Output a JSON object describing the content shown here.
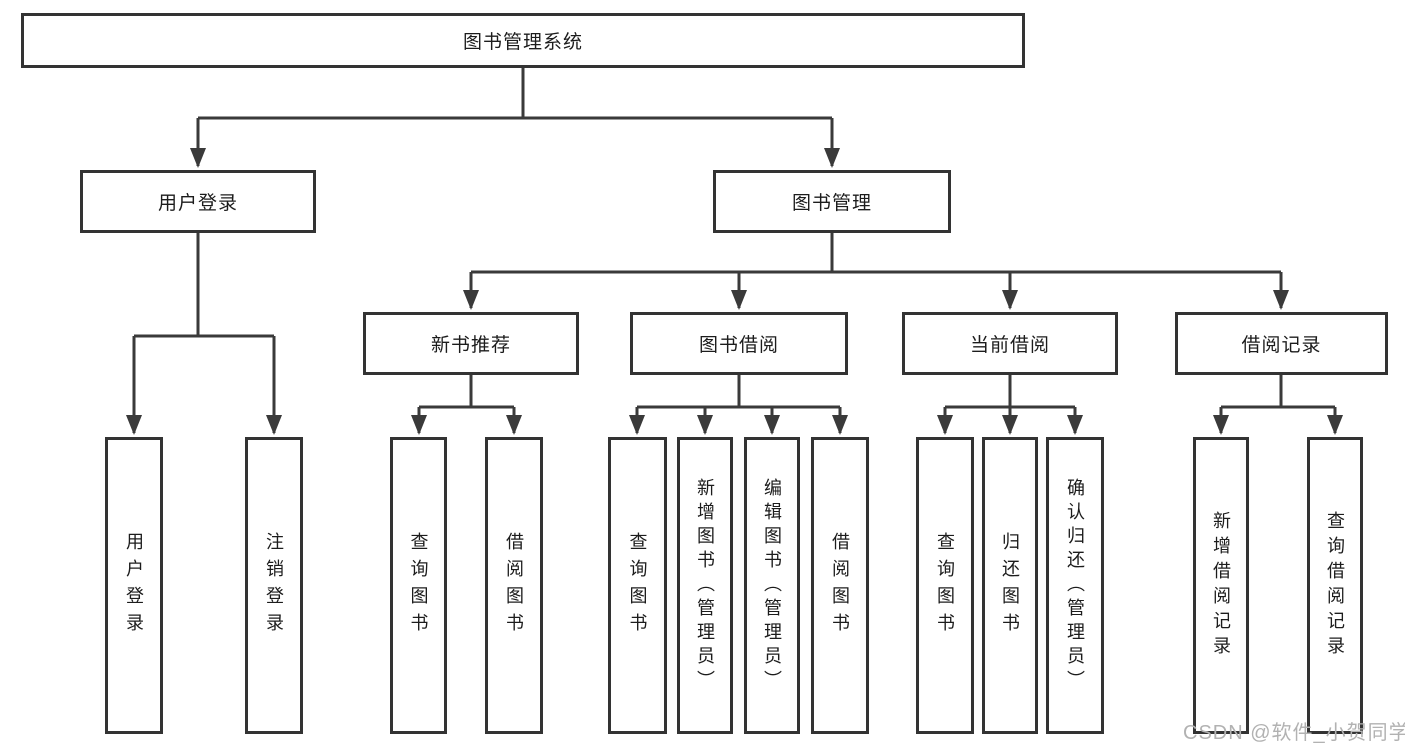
{
  "diagram": {
    "type": "tree",
    "title": "图书管理系统",
    "colors": {
      "line": "#3a3a3a",
      "box_border": "#333333",
      "text": "#1c1c1c",
      "background": "#ffffff",
      "watermark": "#b2b2b2"
    },
    "tree": {
      "root": "图书管理系统",
      "branches": [
        {
          "label": "用户登录",
          "leaves": [
            "用户登录",
            "注销登录"
          ]
        },
        {
          "label": "图书管理",
          "groups": [
            {
              "label": "新书推荐",
              "leaves": [
                "查询图书",
                "借阅图书"
              ]
            },
            {
              "label": "图书借阅",
              "leaves": [
                "查询图书",
                "新增图书（管理员）",
                "编辑图书（管理员）",
                "借阅图书"
              ]
            },
            {
              "label": "当前借阅",
              "leaves": [
                "查询图书",
                "归还图书",
                "确认归还（管理员）"
              ]
            },
            {
              "label": "借阅记录",
              "leaves": [
                "新增借阅记录",
                "查询借阅记录"
              ]
            }
          ]
        }
      ]
    },
    "watermark": "CSDN @软件_小贺同学"
  }
}
